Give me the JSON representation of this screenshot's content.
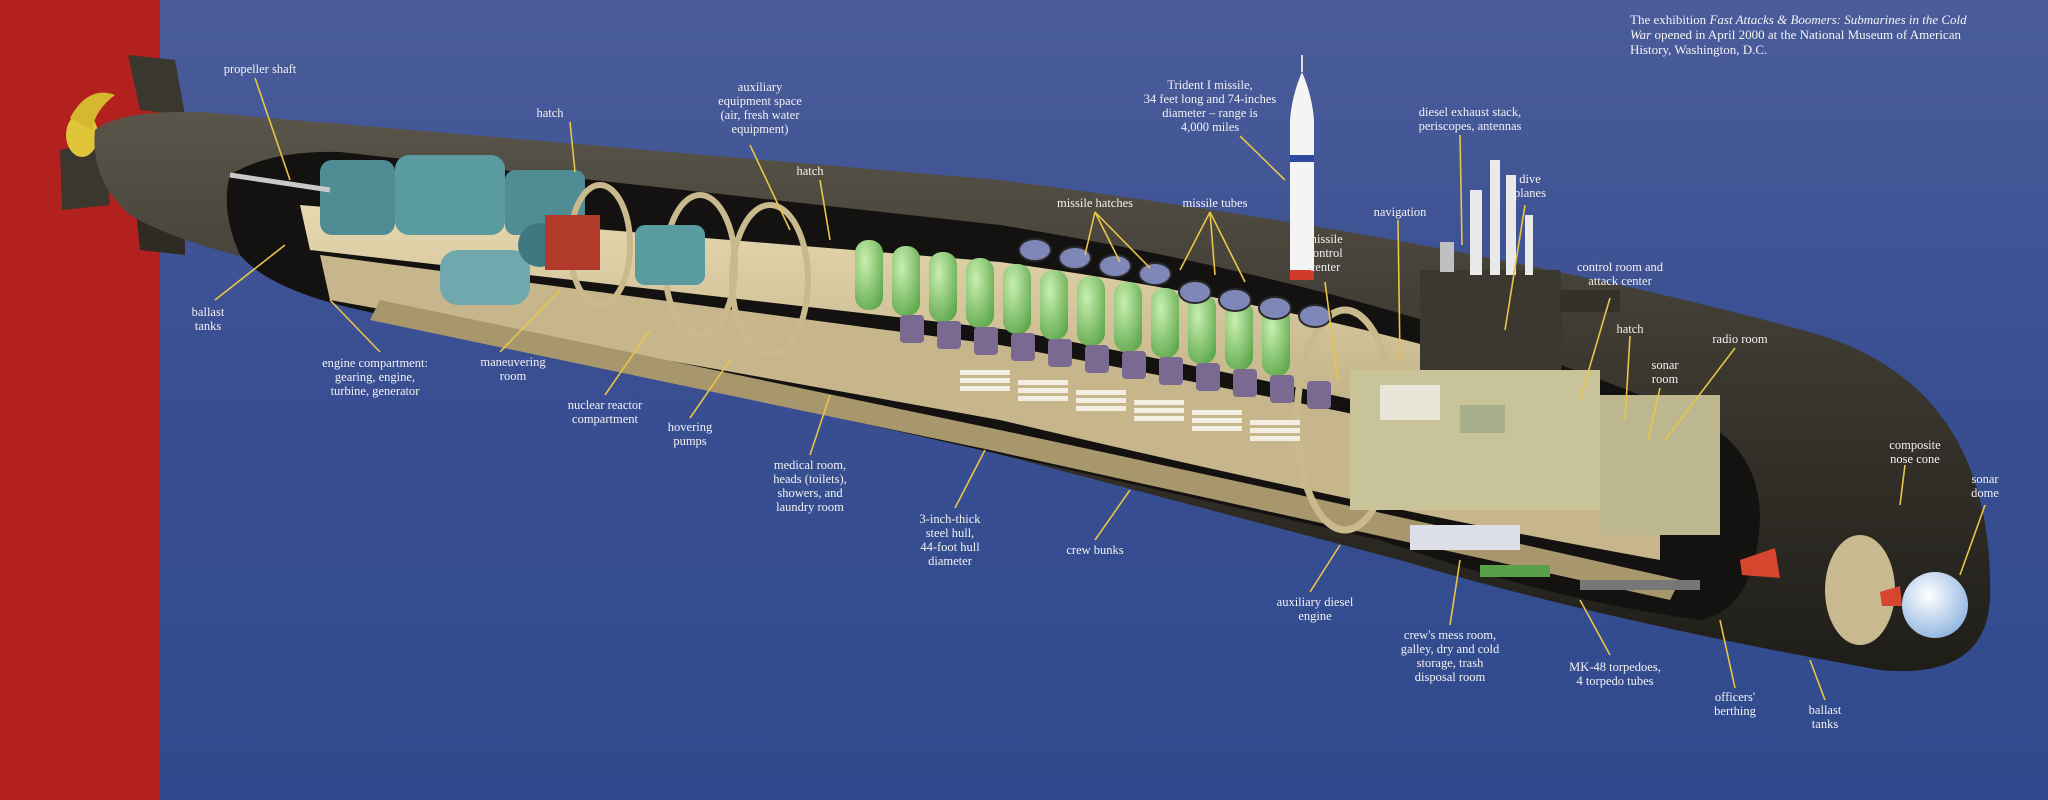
{
  "caption": {
    "prefix": "The exhibition ",
    "title": "Fast Attacks & Boomers: Submarines in the Cold War",
    "suffix": " opened in April 2000 at the National Museum of American History, Washington, D.C."
  },
  "labels": {
    "propeller_shaft": "propeller shaft",
    "hatch_aft": "hatch",
    "aux_equipment": "auxiliary\nequipment space\n(air, fresh water\nequipment)",
    "hatch_mid": "hatch",
    "trident": "Trident I missile,\n34 feet long and 74-inches\ndiameter – range is\n4,000 miles",
    "diesel_exhaust": "diesel exhaust stack,\nperiscopes, antennas",
    "dive_planes": "dive\nplanes",
    "missile_hatches": "missile hatches",
    "missile_tubes": "missile tubes",
    "navigation": "navigation",
    "missile_control": "missile\ncontrol\ncenter",
    "control_room": "control room and\nattack center",
    "hatch_fwd": "hatch",
    "radio_room": "radio room",
    "sonar_room": "sonar\nroom",
    "ballast_aft": "ballast\ntanks",
    "engine_compartment": "engine compartment:\ngearing, engine,\nturbine, generator",
    "maneuvering": "maneuvering\nroom",
    "reactor": "nuclear reactor\ncompartment",
    "hovering_pumps": "hovering\npumps",
    "medical": "medical room,\nheads (toilets),\nshowers, and\nlaundry room",
    "hull": "3-inch-thick\nsteel hull,\n44-foot hull\ndiameter",
    "crew_bunks": "crew bunks",
    "aux_diesel": "auxiliary diesel\nengine",
    "mess": "crew's mess room,\ngalley, dry and cold\nstorage, trash\ndisposal room",
    "torpedoes": "MK-48 torpedoes,\n4 torpedo tubes",
    "officers": "officers'\nberthing",
    "ballast_fwd": "ballast\ntanks",
    "nose_cone": "composite\nnose cone",
    "sonar_dome": "sonar\ndome"
  },
  "colors": {
    "background": "#3a4f92",
    "side_band": "#b3211e",
    "hull": "#3b3830",
    "deck": "#d8c9a0",
    "missile": "#7fc46a",
    "machinery": "#4f8c93",
    "label": "#f2f2f2",
    "leader": "#e8c448"
  }
}
